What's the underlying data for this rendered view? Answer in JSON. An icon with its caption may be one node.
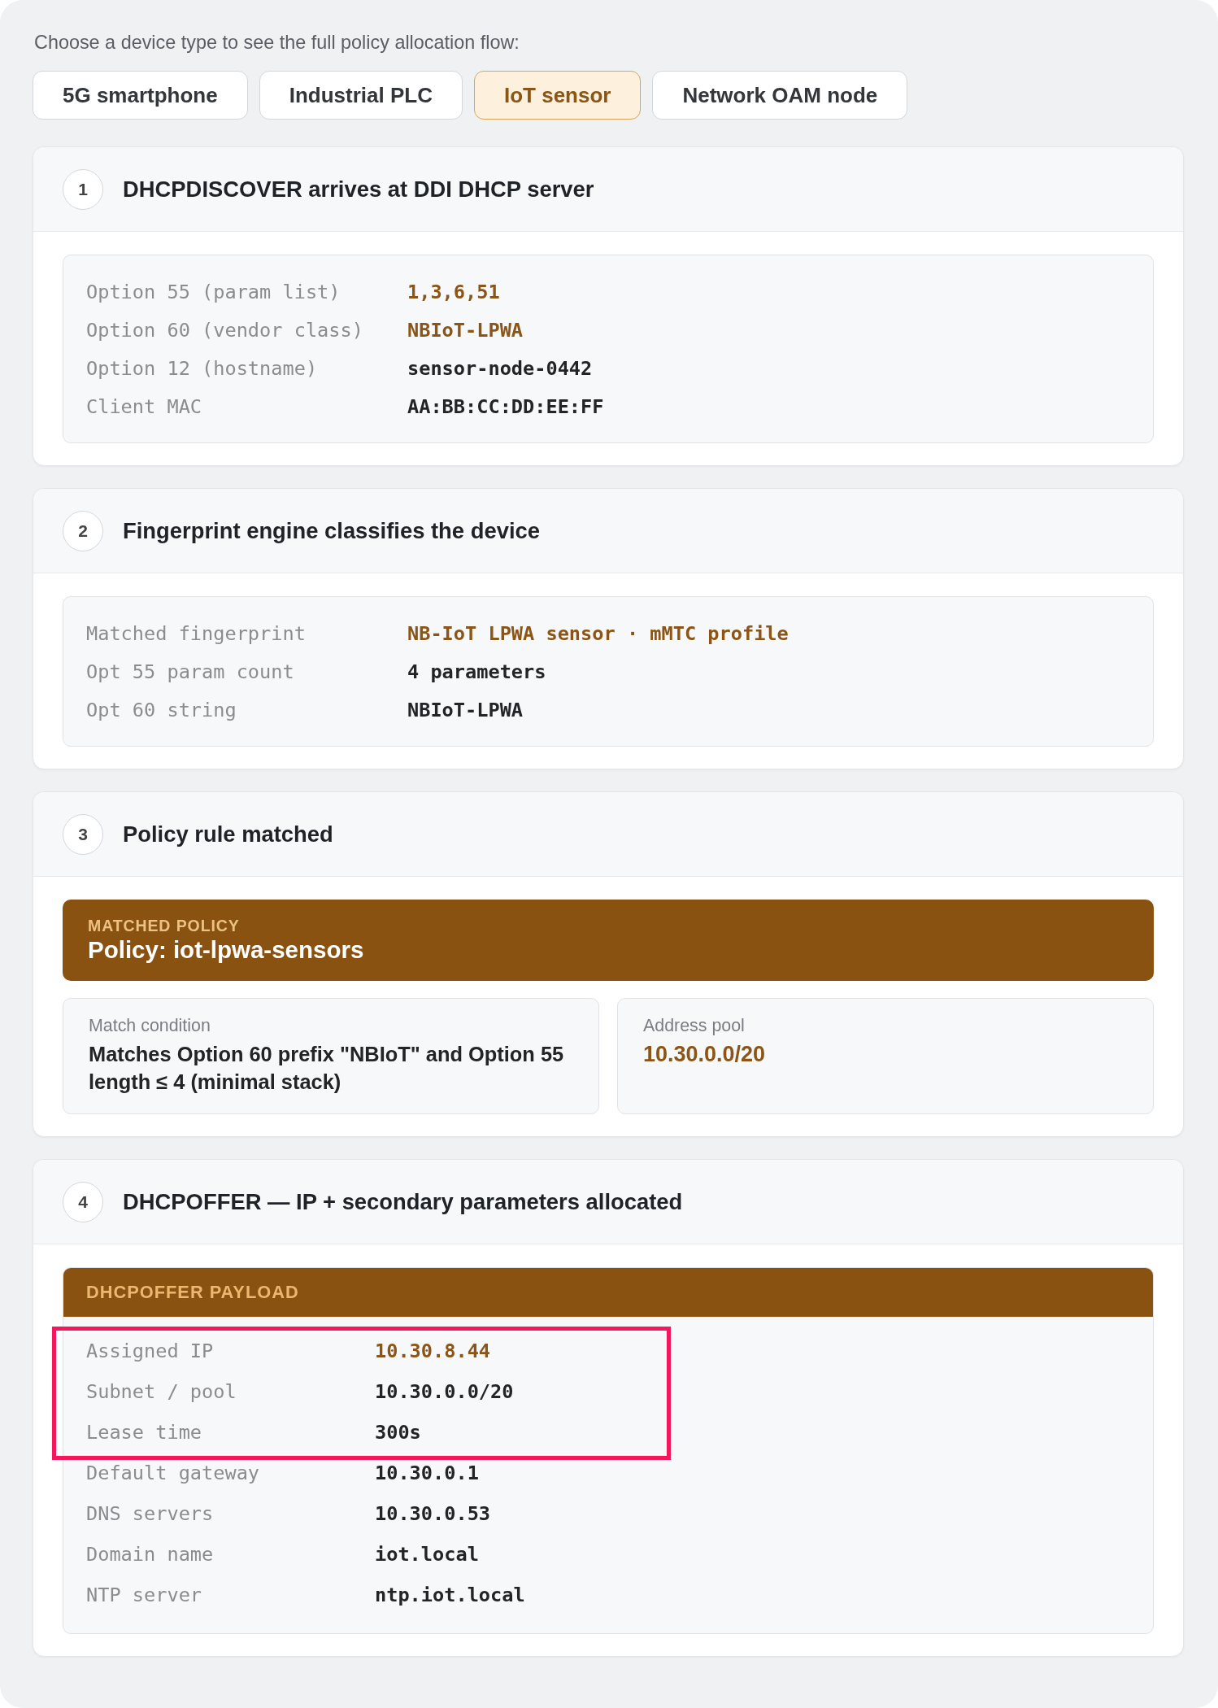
{
  "diagram": {
    "nodes": [
      {
        "text": [
          "5G smartphone"
        ]
      },
      {
        "text": [
          "Industrial PLC"
        ]
      },
      {
        "text": [
          "IoT sensor"
        ]
      },
      {
        "text": [
          "Network OAM node"
        ]
      },
      {
        "text": [
          "DHCPDISCOVER arrives at DDI DHCP server"
        ]
      },
      {
        "text": [
          "1"
        ],
        "in": 4
      },
      {
        "text": [
          "Option 55 (param list)",
          "1,3,6,51",
          "Option 60 (vendor class)",
          "NBIoT-LPWA",
          "Option 12 (hostname)",
          "sensor-node-0442",
          "Client MAC",
          "AA:BB:CC:DD:EE:FF"
        ],
        "in": 4
      },
      {
        "text": [
          "Fingerprint engine classifies the device"
        ]
      },
      {
        "text": [
          "2"
        ],
        "in": 7
      },
      {
        "text": [
          "Matched fingerprint",
          "NB-IoT LPWA sensor · mMTC profile",
          "Opt 55 param count",
          "4 parameters",
          "Opt 60 string",
          "NBIoT-LPWA"
        ],
        "in": 7
      },
      {
        "text": [
          "Policy rule matched"
        ]
      },
      {
        "text": [
          "3"
        ],
        "in": 10
      },
      {
        "text": [
          "MATCHED POLICY",
          "Policy: iot-lpwa-sensors"
        ],
        "in": 10
      },
      {
        "text": [
          "Match condition",
          "Matches Option 60 prefix \"NBIoT\" and Option 55 length ≤ 4 (minimal stack)"
        ],
        "in": 10
      },
      {
        "text": [
          "Address pool",
          "10.30.0.0/20"
        ],
        "in": 10
      },
      {
        "text": [
          "DHCPOFFER — IP + secondary parameters allocated"
        ]
      },
      {
        "text": [
          "4"
        ],
        "in": 15
      },
      {
        "text": [
          "DHCPOFFER PAYLOAD",
          "Default gateway",
          "10.30.0.1",
          "DNS servers",
          "10.30.0.53",
          "Domain name",
          "iot.local",
          "NTP server",
          "ntp.iot.local"
        ],
        "in": 15
      },
      {
        "text": [
          "Assigned IP",
          "10.30.8.44",
          "Subnet / pool",
          "10.30.0.0/20",
          "Lease time",
          "300s"
        ],
        "in": 17
      }
    ],
    "labels": [
      "Choose a device type to see the full policy allocation flow:"
    ]
  }
}
